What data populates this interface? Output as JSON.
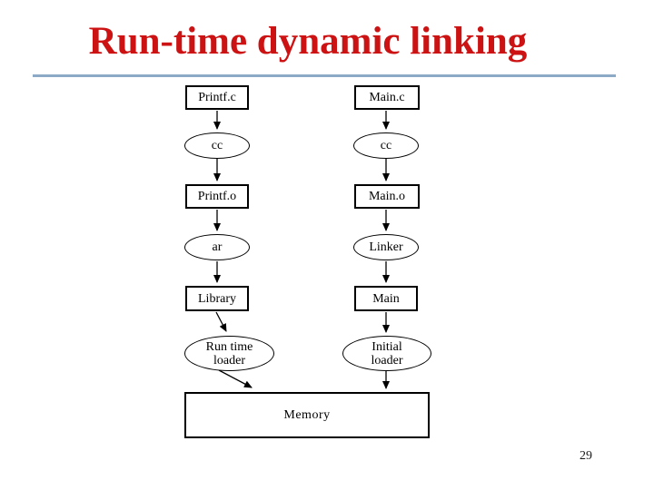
{
  "slide": {
    "title": "Run-time dynamic linking",
    "page_number": "29"
  },
  "colors": {
    "title_red": "#cc1212",
    "rule_blue": "#8ca9c5",
    "diagram_black": "#000000",
    "background": "#ffffff"
  },
  "diagram": {
    "left": [
      {
        "label": "Printf.c",
        "shape": "rect"
      },
      {
        "label": "cc",
        "shape": "ellipse"
      },
      {
        "label": "Printf.o",
        "shape": "rect"
      },
      {
        "label": "ar",
        "shape": "ellipse"
      },
      {
        "label": "Library",
        "shape": "rect"
      },
      {
        "label": "Run time loader",
        "line1": "Run time",
        "line2": "loader",
        "shape": "ellipse"
      }
    ],
    "right": [
      {
        "label": "Main.c",
        "shape": "rect"
      },
      {
        "label": "cc",
        "shape": "ellipse"
      },
      {
        "label": "Main.o",
        "shape": "rect"
      },
      {
        "label": "Linker",
        "shape": "ellipse"
      },
      {
        "label": "Main",
        "shape": "rect"
      },
      {
        "label": "Initial loader",
        "line1": "Initial",
        "line2": "loader",
        "shape": "ellipse"
      }
    ],
    "memory": {
      "label": "Memory"
    }
  }
}
